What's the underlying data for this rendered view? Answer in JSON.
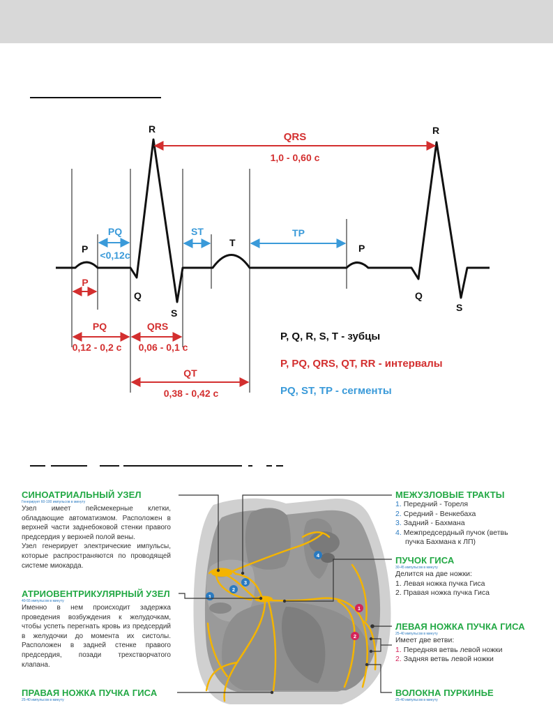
{
  "ecg": {
    "labels": {
      "r1": "R",
      "r2": "R",
      "p1": "P",
      "p2": "P",
      "q1": "Q",
      "q2": "Q",
      "s1": "S",
      "s2": "S",
      "t": "T"
    },
    "qrs_top": {
      "label": "QRS",
      "value": "1,0 - 0,60 с"
    },
    "pq_seg": {
      "label": "PQ",
      "value": "<0,12с"
    },
    "st_seg": "ST",
    "tp_seg": "TP",
    "p_int": "P",
    "pq_int": {
      "label": "PQ",
      "value": "0,12 - 0,2 с"
    },
    "qrs_int": {
      "label": "QRS",
      "value": "0,06 - 0,1 с"
    },
    "qt_int": {
      "label": "QT",
      "value": "0,38 - 0,42 с"
    },
    "legend": {
      "waves": "P, Q, R, S, T - зубцы",
      "intervals": "P, PQ, QRS, QT, RR - интервалы",
      "segments": "PQ, ST, TP - сегменты"
    },
    "colors": {
      "line": "#111111",
      "interval": "#d32f2f",
      "segment": "#3a9ad9"
    }
  },
  "heart": {
    "sa": {
      "title": "СИНОАТРИАЛЬНЫЙ УЗЕЛ",
      "rate": "Генерирует 60-100 импульсов в минуту",
      "text1": "Узел имеет пейсмекерные клетки, обладающие автоматизмом. Расположен в верхней части заднебоковой стенки правого предсердия у верхней полой вены.",
      "text2": "Узел генерирует электрические импульсы, которые распространяются по проводящей системе миокарда."
    },
    "av": {
      "title": "АТРИОВЕНТРИКУЛЯРНЫЙ УЗЕЛ",
      "rate": "40-55 импульсов в минуту",
      "text": "Именно в нем происходит задержка проведения возбуждения к желудочкам, чтобы успеть перегнать кровь из предсердий в желудочки до момента их систолы. Расположен в задней стенке правого предсердия, позади трехстворчатого клапана."
    },
    "right_bundle": {
      "title": "ПРАВАЯ НОЖКА ПУЧКА ГИСА",
      "rate": "25-40 импульсов в минуту"
    },
    "tracts": {
      "title": "МЕЖУЗЛОВЫЕ ТРАКТЫ",
      "items": [
        {
          "num": "1.",
          "text": "Передний - Тореля"
        },
        {
          "num": "2.",
          "text": "Средний - Венкебаха"
        },
        {
          "num": "3.",
          "text": "Задний - Бахмана"
        },
        {
          "num": "4.",
          "text": "Межпредсердный пучок (ветвь"
        }
      ],
      "item4_cont": "пучка Бахмана к ЛП)"
    },
    "his": {
      "title": "ПУЧОК ГИСА",
      "rate": "30-45 импульсов в минуту",
      "intro": "Делится на две ножки:",
      "items": [
        "1. Левая ножка пучка Гиса",
        "2. Правая ножка пучка Гиса"
      ]
    },
    "left_bundle": {
      "title": "ЛЕВАЯ НОЖКА ПУЧКА ГИСА",
      "rate": "25-40 импульсов в минуту",
      "intro": "Имеет две ветви:",
      "items": [
        {
          "num": "1.",
          "text": "Передняя ветвь левой ножки"
        },
        {
          "num": "2.",
          "text": "Задняя ветвь левой ножки"
        }
      ]
    },
    "purkinje": {
      "title": "ВОЛОКНА ПУРКИНЬЕ",
      "rate": "25-40 импульсов в минуту"
    },
    "badges": [
      "1",
      "2",
      "3",
      "4"
    ],
    "red_badges": [
      "1",
      "2"
    ],
    "colors": {
      "green": "#22a844",
      "blue": "#2a7ac0",
      "red": "#d4245a",
      "fiber": "#f4b400"
    }
  }
}
